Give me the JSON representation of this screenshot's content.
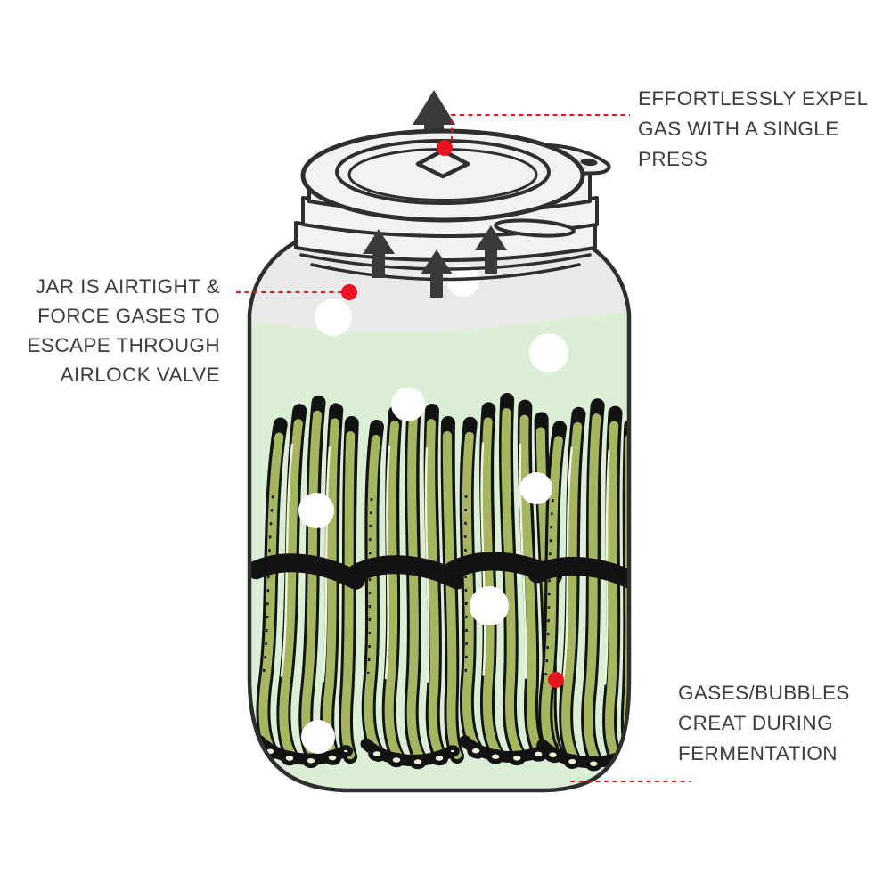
{
  "callouts": {
    "expel": {
      "lines": [
        "EFFORTLESSLY EXPEL",
        "GAS WITH A SINGLE",
        "PRESS"
      ]
    },
    "airtight": {
      "lines": [
        "JAR IS AIRTIGHT &",
        "FORCE GASES TO",
        "ESCAPE THROUGH",
        "AIRLOCK VALVE"
      ]
    },
    "gases": {
      "lines": [
        "GASES/BUBBLES",
        "CREAT DURING",
        "FERMENTATION"
      ]
    }
  },
  "colors": {
    "background": "#ffffff",
    "text": "#3d3d3d",
    "accent": "#e51420",
    "outline": "#2f2f2f",
    "arrow": "#3a3a3a",
    "lid": "#f2f2f2",
    "headspace": "#e9e9e9",
    "liquid": "#daefd6",
    "veggie": "#a5b660",
    "veggie-outline": "#121212",
    "veggie-highlight": "#eef3da",
    "bubble": "#ffffff"
  },
  "icons": {
    "gas_arrow": "up-arrow",
    "marker_dot": "red-dot",
    "leader_line": "red-dashed-line",
    "airlock_valve": "diamond-valve"
  },
  "scene": {
    "subject": "airlock fermentation jar with vegetable bundles",
    "veggie_bundles": 4,
    "bubbles": 8,
    "gas_arrows": 4,
    "markers": 3
  }
}
